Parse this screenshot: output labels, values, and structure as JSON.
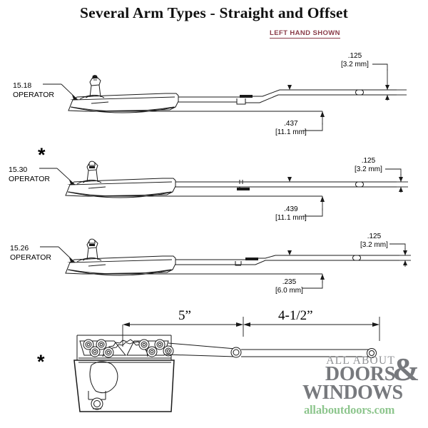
{
  "page": {
    "title": "Several Arm Types - Straight and Offset",
    "note": "LEFT HAND SHOWN",
    "asterisk": "*"
  },
  "arms": [
    {
      "id": "arm-15-18",
      "label_line1": "15.18",
      "label_line2": "OPERATOR",
      "has_asterisk": false,
      "thickness_in": ".125",
      "thickness_mm": "[3.2 mm]",
      "offset_in": ".437",
      "offset_mm": "[11.1 mm]",
      "type": "offset"
    },
    {
      "id": "arm-15-30",
      "label_line1": "15.30",
      "label_line2": "OPERATOR",
      "has_asterisk": true,
      "thickness_in": ".125",
      "thickness_mm": "[3.2 mm]",
      "offset_in": ".439",
      "offset_mm": "[11.1 mm]",
      "type": "straight"
    },
    {
      "id": "arm-15-26",
      "label_line1": "15.26",
      "label_line2": "OPERATOR",
      "has_asterisk": false,
      "thickness_in": ".125",
      "thickness_mm": "[3.2 mm]",
      "offset_in": ".235",
      "offset_mm": "[6.0 mm]",
      "type": "offset-low"
    }
  ],
  "plan_view": {
    "id": "operator-plan-view",
    "has_asterisk": true,
    "dim_inner": "5”",
    "dim_outer": "4-1/2”"
  },
  "logo": {
    "line1": "ALL ABOUT",
    "ampersand": "&",
    "line2": "DOORS",
    "line3": "WINDOWS",
    "url": "allaboutdoors.com"
  },
  "colors": {
    "note": "#8a3b48",
    "logo_gray": "#77797d",
    "logo_green": "#8ec68e",
    "ink": "#1a1a1a"
  }
}
